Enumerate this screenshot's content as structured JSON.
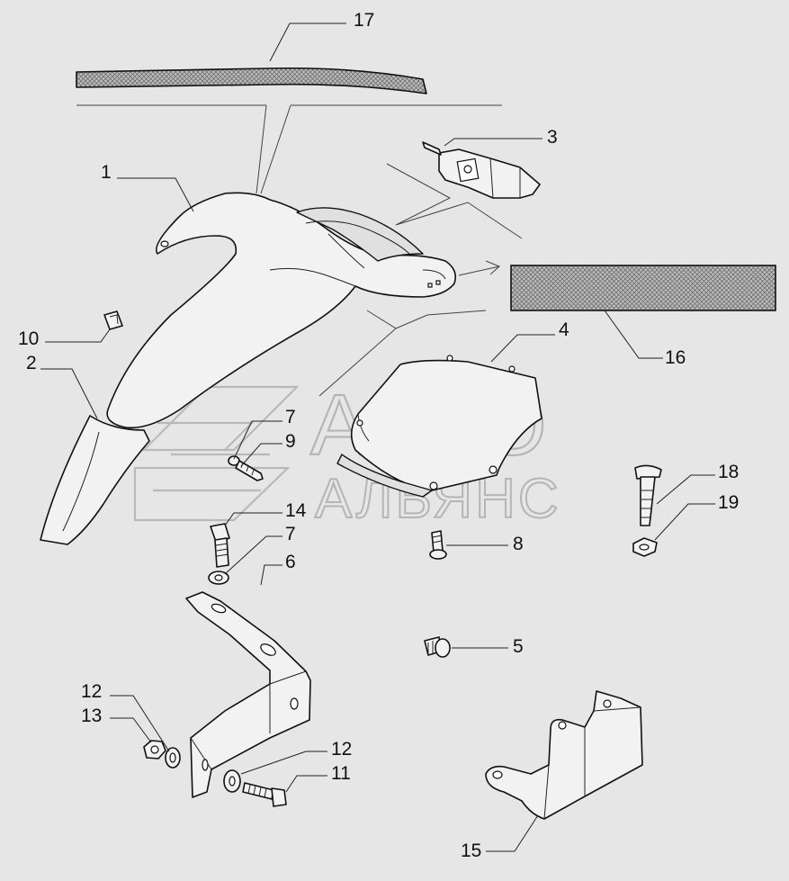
{
  "watermark": {
    "line1": "АВТО",
    "line2": "АЛЬЯНС"
  },
  "callouts": [
    {
      "id": "c17",
      "label": "17"
    },
    {
      "id": "c3",
      "label": "3"
    },
    {
      "id": "c1",
      "label": "1"
    },
    {
      "id": "c16",
      "label": "16"
    },
    {
      "id": "c10",
      "label": "10"
    },
    {
      "id": "c2",
      "label": "2"
    },
    {
      "id": "c4",
      "label": "4"
    },
    {
      "id": "c7a",
      "label": "7"
    },
    {
      "id": "c9",
      "label": "9"
    },
    {
      "id": "c14",
      "label": "14"
    },
    {
      "id": "c7b",
      "label": "7"
    },
    {
      "id": "c6",
      "label": "6"
    },
    {
      "id": "c8",
      "label": "8"
    },
    {
      "id": "c18",
      "label": "18"
    },
    {
      "id": "c19",
      "label": "19"
    },
    {
      "id": "c5",
      "label": "5"
    },
    {
      "id": "c12a",
      "label": "12"
    },
    {
      "id": "c13",
      "label": "13"
    },
    {
      "id": "c12b",
      "label": "12"
    },
    {
      "id": "c11",
      "label": "11"
    },
    {
      "id": "c15",
      "label": "15"
    }
  ]
}
